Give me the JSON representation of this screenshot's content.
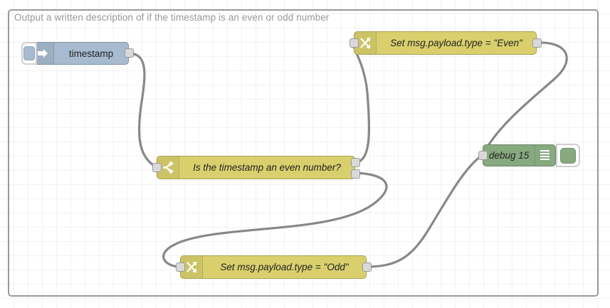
{
  "editor": {
    "name": "node-red-flow-canvas",
    "background": "#ffffff",
    "grid_color": "#e8e8e8"
  },
  "group": {
    "label": "Output a written description of if the timestamp is an even or odd number",
    "border_color": "#999999"
  },
  "nodes": [
    {
      "id": "inject-timestamp",
      "type": "inject",
      "label": "timestamp",
      "color": "#a6bbcf",
      "icon": "arrow-right-icon",
      "has_button": true,
      "inputs": 0,
      "outputs": 1
    },
    {
      "id": "switch-even",
      "type": "switch",
      "label": "Is the timestamp an even number?",
      "color": "#d9d06d",
      "icon": "switch-fork-icon",
      "has_button": false,
      "inputs": 1,
      "outputs": 2
    },
    {
      "id": "change-even",
      "type": "change",
      "label": "Set msg.payload.type = \"Even\"",
      "color": "#d9d06d",
      "icon": "change-swap-icon",
      "has_button": false,
      "inputs": 1,
      "outputs": 1
    },
    {
      "id": "change-odd",
      "type": "change",
      "label": "Set msg.payload.type = \"Odd\"",
      "color": "#d9d06d",
      "icon": "change-swap-icon",
      "has_button": false,
      "inputs": 1,
      "outputs": 1
    },
    {
      "id": "debug-15",
      "type": "debug",
      "label": "debug 15",
      "color": "#87a980",
      "icon": "debug-lines-icon",
      "has_button": true,
      "inputs": 1,
      "outputs": 0
    }
  ],
  "wires": [
    {
      "from": "inject-timestamp",
      "to": "switch-even",
      "color": "#888888"
    },
    {
      "from": "switch-even.output1",
      "to": "change-even",
      "color": "#888888"
    },
    {
      "from": "switch-even.output2",
      "to": "change-odd",
      "color": "#888888"
    },
    {
      "from": "change-even",
      "to": "debug-15",
      "color": "#888888"
    },
    {
      "from": "change-odd",
      "to": "debug-15",
      "color": "#888888"
    }
  ]
}
